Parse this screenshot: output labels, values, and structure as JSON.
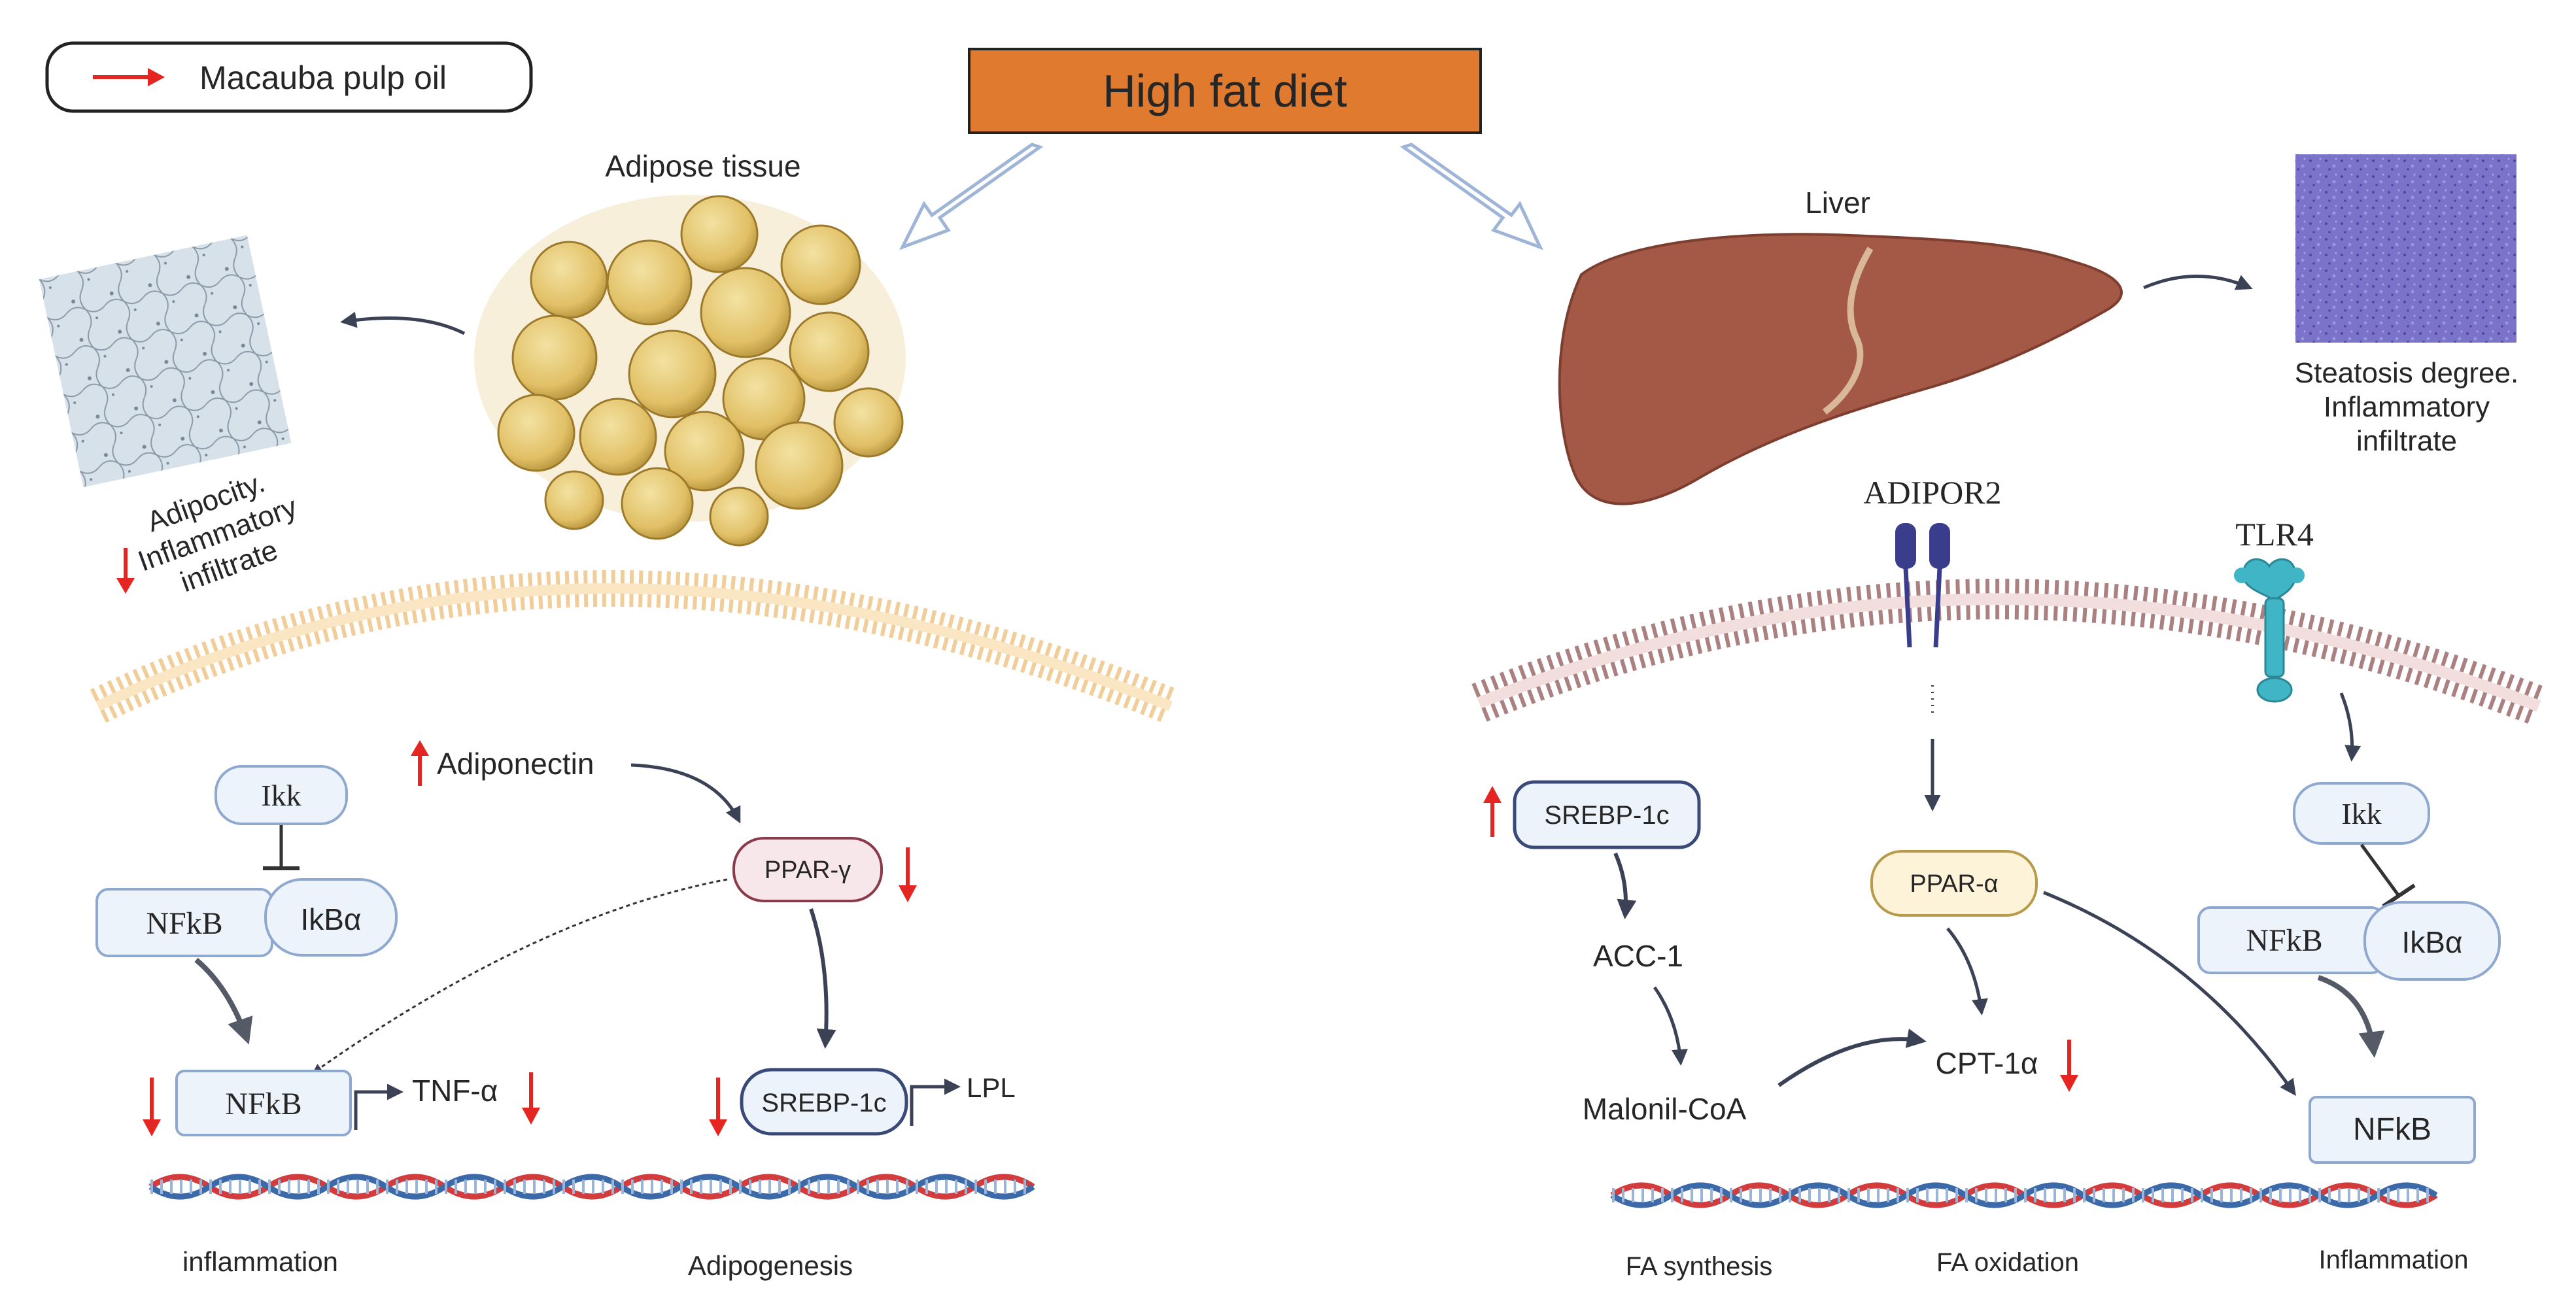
{
  "legend": {
    "label": "Macauba pulp oil"
  },
  "header": {
    "title": "High fat diet"
  },
  "adipose": {
    "tissue_label": "Adipose tissue",
    "histology_caption": [
      "Adipocity.",
      "Inflammatory",
      "infiltrate"
    ],
    "ikk": "Ikk",
    "nfkb_top": "NFkB",
    "ikba": "IkBα",
    "adiponectin": "Adiponectin",
    "ppar_gamma": "PPAR-γ",
    "nfkb_bottom": "NFkB",
    "tnf_alpha": "TNF-α",
    "srebp1c": "SREBP-1c",
    "lpl": "LPL",
    "outcome_inflammation": "inflammation",
    "outcome_adipogenesis": "Adipogenesis"
  },
  "liver": {
    "organ_label": "Liver",
    "histology_caption": [
      "Steatosis degree.",
      "Inflammatory",
      "infiltrate"
    ],
    "adipor2": "ADIPOR2",
    "tlr4": "TLR4",
    "srebp1c": "SREBP-1c",
    "acc1": "ACC-1",
    "malonil_coa": "Malonil-CoA",
    "ppar_alpha": "PPAR-α",
    "cpt1a": "CPT-1α",
    "ikk": "Ikk",
    "nfkb_top": "NFkB",
    "ikba": "IkBα",
    "nfkb_bottom": "NFkB",
    "outcome_fa_synthesis": "FA synthesis",
    "outcome_fa_oxidation": "FA oxidation",
    "outcome_inflammation": "Inflammation"
  },
  "colors": {
    "title_box": "#E07A2E",
    "red_arrow": "#E52521",
    "node_fill": "#EDF3FB",
    "node_stroke": "#8EA8CF",
    "ppar_gamma_fill": "#F7E7EA",
    "ppar_gamma_stroke": "#8B3A4A",
    "ppar_alpha_fill": "#FCF3D8",
    "ppar_alpha_stroke": "#B79A4A",
    "adipose_membrane": "#F0C98E",
    "liver_membrane": "#9B6A6A",
    "liver": "#A45846",
    "fat_cell": "#E3C56E",
    "dna_red": "#D23C3C",
    "dna_blue": "#3C6AA8",
    "adipor2": "#3A3C8C",
    "tlr4": "#3FB5C6"
  },
  "icons": [
    "red-arrow-icon",
    "up-arrow-icon",
    "down-arrow-icon",
    "hollow-arrow-icon",
    "dna-icon",
    "membrane-icon",
    "receptor-icon",
    "liver-icon",
    "adipose-tissue-icon",
    "histology-image"
  ]
}
